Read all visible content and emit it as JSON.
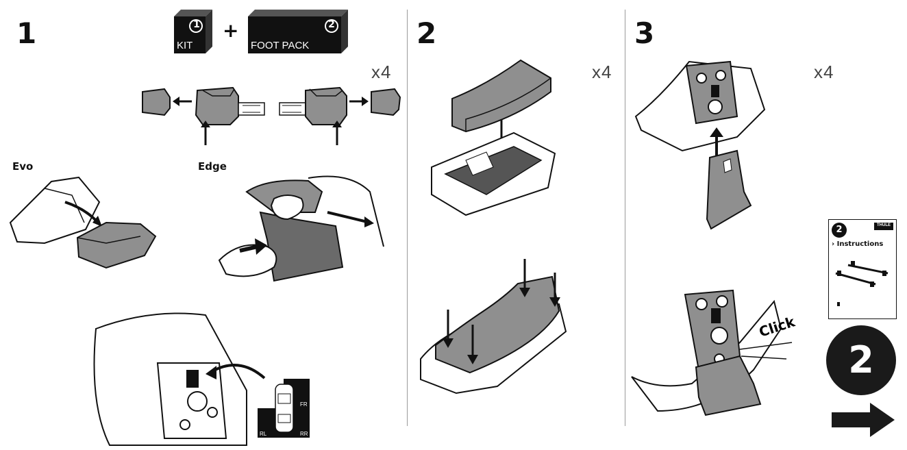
{
  "steps": [
    {
      "number": "1",
      "quantity": "x4"
    },
    {
      "number": "2",
      "quantity": "x4"
    },
    {
      "number": "3",
      "quantity": "x4"
    }
  ],
  "kit_box": {
    "number": "1",
    "label": "KIT"
  },
  "plus": "+",
  "foot_pack_box": {
    "number": "2",
    "label": "FOOT PACK"
  },
  "variants": {
    "evo": "Evo",
    "edge": "Edge"
  },
  "position_labels": {
    "fr": "FR",
    "rl": "RL",
    "rr": "RR"
  },
  "click_text": "Click",
  "next_booklet": {
    "number": "2",
    "brand": "THULE",
    "title": "› Instructions"
  },
  "next_step": {
    "number": "2"
  },
  "colors": {
    "ink": "#111111",
    "part_gray": "#8f8f8f",
    "part_dark": "#5f5f5f",
    "divider": "#9a9a9a"
  }
}
